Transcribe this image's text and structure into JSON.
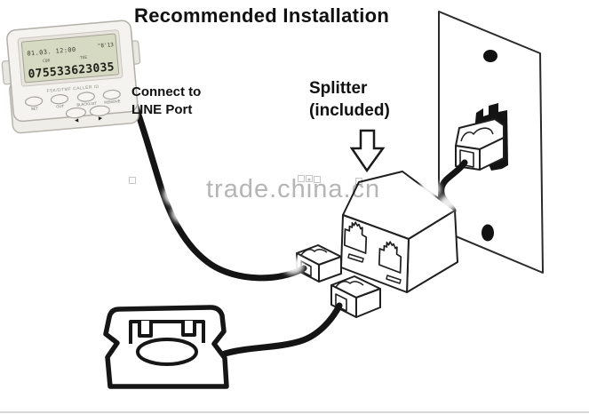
{
  "title": "Recommended Installation",
  "watermark": "trade.china.cn",
  "labels": {
    "connect_line1": "Connect to",
    "connect_line2": "LINE Port",
    "splitter_line1": "Splitter",
    "splitter_line2": "(included)"
  },
  "device": {
    "lcd": {
      "datetime": "01.03. 12:00",
      "top_right": "\"8'13",
      "tag_left": "CUR",
      "tag_right": "TUE",
      "number": "075533623035"
    },
    "brand": "FSK/DTMF CALLER ID",
    "buttons": [
      "SET",
      "OUT",
      "BLACKLIST",
      "REMOVE"
    ],
    "nav_left": "◄",
    "nav_right": "►"
  },
  "icons": {
    "down_arrow": "hollow down arrow pointing at splitter",
    "telephone": "classic telephone outline",
    "splitter": "2-port line splitter drawing",
    "wall_jack": "wall plate with phone jack",
    "plug": "RJ11 plug drawing"
  },
  "colors": {
    "line_art": "#1a1a1a",
    "watermark": "#b5b5b5",
    "lcd_background": "#d6dac2",
    "device_body": "#f4f3ef"
  }
}
